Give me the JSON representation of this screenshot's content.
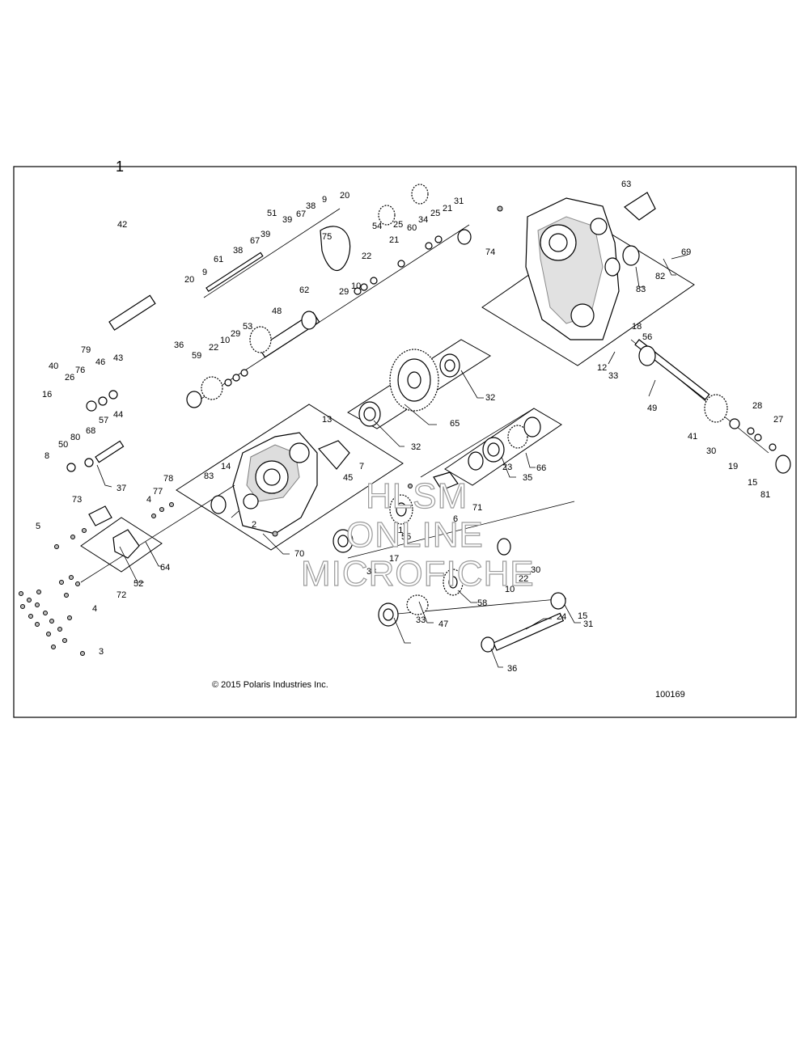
{
  "diagram": {
    "assembly_number": "1",
    "copyright": "© 2015 Polaris Industries Inc.",
    "figure_id": "100169",
    "watermark_lines": [
      "HLSM",
      "ONLINE",
      "MICROFICHE"
    ],
    "callouts": [
      "1",
      "2",
      "3",
      "4",
      "5",
      "6",
      "7",
      "8",
      "9",
      "10",
      "11",
      "12",
      "13",
      "14",
      "15",
      "16",
      "17",
      "18",
      "19",
      "20",
      "21",
      "22",
      "23",
      "24",
      "25",
      "26",
      "27",
      "28",
      "29",
      "30",
      "31",
      "32",
      "33",
      "34",
      "35",
      "36",
      "37",
      "38",
      "39",
      "40",
      "41",
      "42",
      "43",
      "44",
      "45",
      "46",
      "47",
      "48",
      "49",
      "50",
      "51",
      "52",
      "53",
      "54",
      "55",
      "56",
      "57",
      "58",
      "59",
      "60",
      "61",
      "62",
      "63",
      "64",
      "65",
      "66",
      "67",
      "68",
      "69",
      "70",
      "71",
      "72",
      "73",
      "74",
      "75",
      "76",
      "77",
      "78",
      "79",
      "80",
      "81",
      "82",
      "83"
    ]
  }
}
